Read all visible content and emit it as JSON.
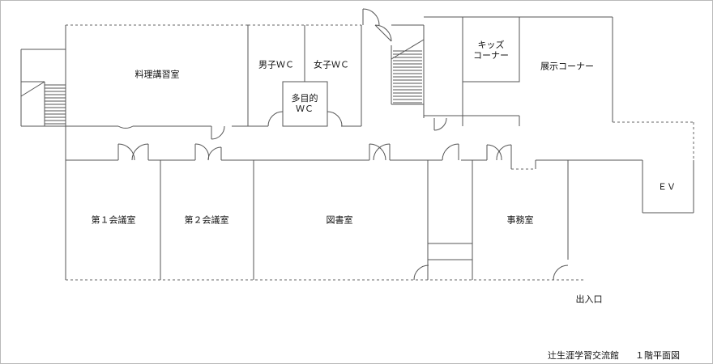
{
  "rooms": {
    "cooking": "料理講習室",
    "mens_wc": "男子ＷＣ",
    "womens_wc": "女子ＷＣ",
    "multi_wc": "多目的\nＷＣ",
    "kids": "キッズ\nコーナー",
    "exhibit": "展示コーナー",
    "meeting1": "第１会議室",
    "meeting2": "第２会議室",
    "library": "図書室",
    "office": "事務室",
    "ev": "ＥＶ"
  },
  "entrance": "出入口",
  "caption": {
    "facility": "辻生涯学習交流館",
    "floor": "１階平面図"
  }
}
